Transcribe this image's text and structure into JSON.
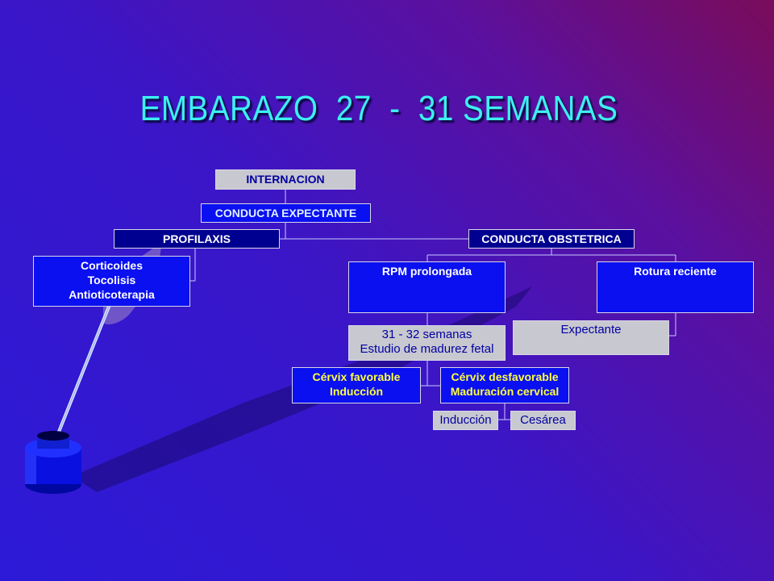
{
  "title": "EMBARAZO  27  -  31 SEMANAS",
  "nodes": {
    "internacion": "INTERNACION",
    "conducta_expectante": "CONDUCTA EXPECTANTE",
    "profilaxis": "PROFILAXIS",
    "conducta_obstetrica": "CONDUCTA OBSTETRICA",
    "profilaxis_items": "Corticoides\nTocolisis\nAntioticoterapia",
    "rpm_prolongada": "RPM prolongada",
    "rotura_reciente": "Rotura reciente",
    "expectante": "Expectante",
    "semanas": "31 - 32 semanas\nEstudio de madurez fetal",
    "cervix_favorable": "Cérvix favorable\nInducción",
    "cervix_desfavorable": "Cérvix desfavorable\nMaduración cervical",
    "induccion": "Inducción",
    "cesarea": "Cesárea"
  },
  "colors": {
    "title": "#3cf0f0",
    "box_gray": "#c8c8d0",
    "box_navy": "#000090",
    "box_blue": "#0a10f0",
    "text_yellow": "#ffff40"
  }
}
